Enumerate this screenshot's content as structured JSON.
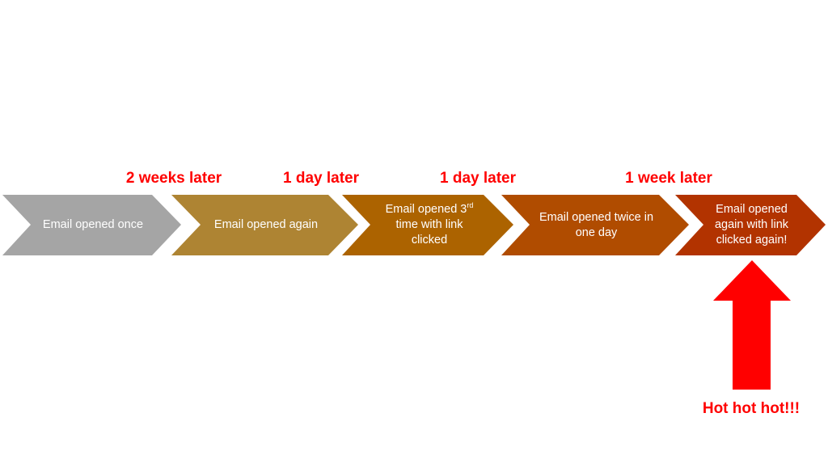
{
  "steps": [
    {
      "text": "Email opened once",
      "color": "#A5A5A5"
    },
    {
      "text": "Email opened again",
      "color": "#AE8433"
    },
    {
      "text": "Email opened 3",
      "sup": "rd",
      "text2": "time with link clicked",
      "color": "#AC6300"
    },
    {
      "text": "Email opened twice in one day",
      "color": "#B04C00"
    },
    {
      "text": "Email opened again with link clicked again!",
      "color": "#B23300"
    }
  ],
  "intervals": [
    "2 weeks later",
    "1 day later",
    "1 day later",
    "1 week later"
  ],
  "callout": {
    "text": "Hot hot hot!!!",
    "color": "#FF0000"
  }
}
